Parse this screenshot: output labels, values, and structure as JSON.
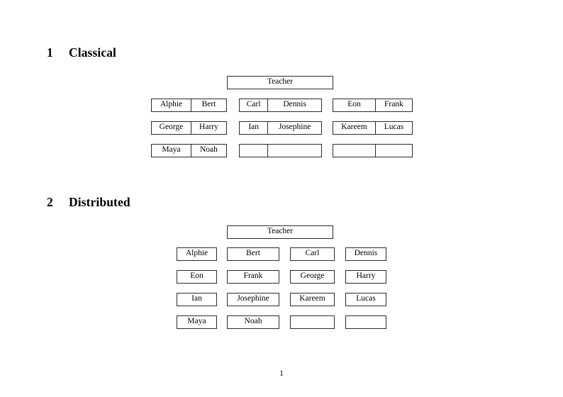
{
  "document": {
    "page_number": "1"
  },
  "sections": [
    {
      "number": "1",
      "title": "Classical",
      "teacher_label": "Teacher",
      "groups": [
        {
          "name": "left-group",
          "rows": [
            [
              "Alphie",
              "Bert"
            ],
            [
              "George",
              "Harry"
            ],
            [
              "Maya",
              "Noah"
            ]
          ]
        },
        {
          "name": "middle-group",
          "rows": [
            [
              "Carl",
              "Dennis"
            ],
            [
              "Ian",
              "Josephine"
            ],
            [
              "",
              ""
            ]
          ]
        },
        {
          "name": "right-group",
          "rows": [
            [
              "Eon",
              "Frank"
            ],
            [
              "Kareem",
              "Lucas"
            ],
            [
              "",
              ""
            ]
          ]
        }
      ]
    },
    {
      "number": "2",
      "title": "Distributed",
      "teacher_label": "Teacher",
      "rows": [
        [
          "Alphie",
          "Bert",
          "Carl",
          "Dennis"
        ],
        [
          "Eon",
          "Frank",
          "George",
          "Harry"
        ],
        [
          "Ian",
          "Josephine",
          "Kareem",
          "Lucas"
        ],
        [
          "Maya",
          "Noah",
          "",
          ""
        ]
      ]
    }
  ]
}
